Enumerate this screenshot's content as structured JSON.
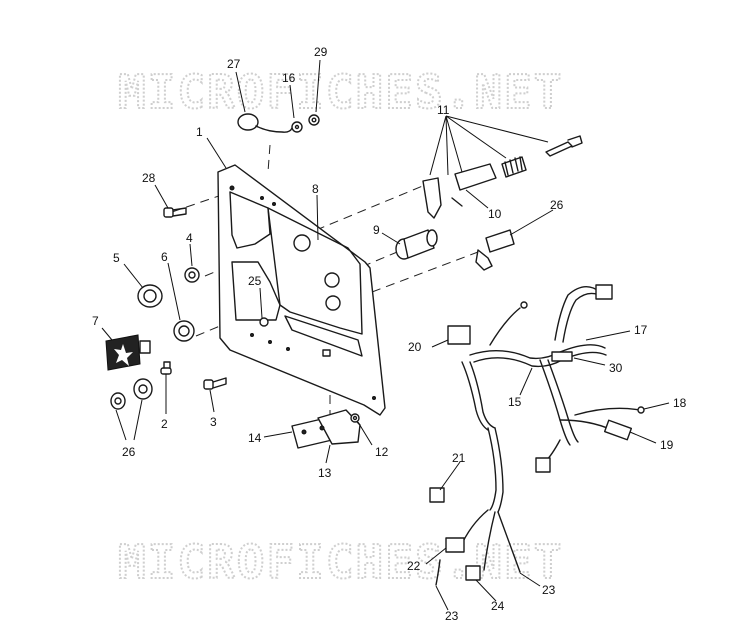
{
  "watermark": {
    "text": "MICROFICHES.NET"
  },
  "callouts": [
    {
      "id": "c1",
      "label": "1"
    },
    {
      "id": "c2",
      "label": "2"
    },
    {
      "id": "c3",
      "label": "3"
    },
    {
      "id": "c4",
      "label": "4"
    },
    {
      "id": "c5",
      "label": "5"
    },
    {
      "id": "c6",
      "label": "6"
    },
    {
      "id": "c7",
      "label": "7"
    },
    {
      "id": "c8",
      "label": "8"
    },
    {
      "id": "c9",
      "label": "9"
    },
    {
      "id": "c10",
      "label": "10"
    },
    {
      "id": "c11",
      "label": "11"
    },
    {
      "id": "c12",
      "label": "12"
    },
    {
      "id": "c13",
      "label": "13"
    },
    {
      "id": "c14",
      "label": "14"
    },
    {
      "id": "c15",
      "label": "15"
    },
    {
      "id": "c16",
      "label": "16"
    },
    {
      "id": "c17",
      "label": "17"
    },
    {
      "id": "c18",
      "label": "18"
    },
    {
      "id": "c19",
      "label": "19"
    },
    {
      "id": "c20",
      "label": "20"
    },
    {
      "id": "c21",
      "label": "21"
    },
    {
      "id": "c22",
      "label": "22"
    },
    {
      "id": "c23a",
      "label": "23"
    },
    {
      "id": "c23b",
      "label": "23"
    },
    {
      "id": "c24",
      "label": "24"
    },
    {
      "id": "c25",
      "label": "25"
    },
    {
      "id": "c26a",
      "label": "26"
    },
    {
      "id": "c26b",
      "label": "26"
    },
    {
      "id": "c27",
      "label": "27"
    },
    {
      "id": "c28",
      "label": "28"
    },
    {
      "id": "c29",
      "label": "29"
    },
    {
      "id": "c30",
      "label": "30"
    }
  ]
}
